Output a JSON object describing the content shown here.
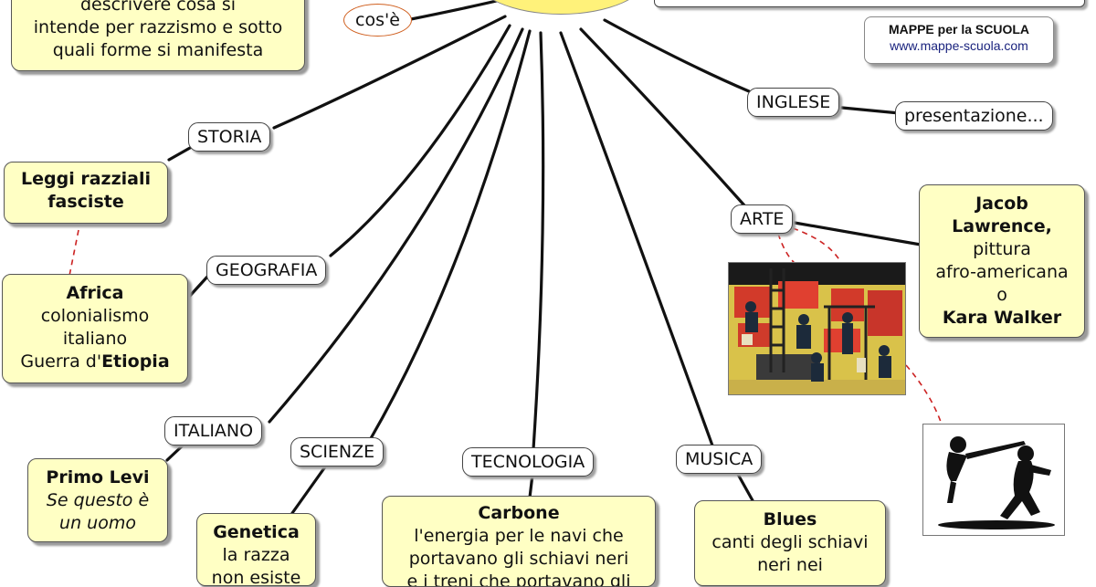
{
  "brand": {
    "title": "MAPPE per la SCUOLA",
    "url": "www.mappe-scuola.com"
  },
  "intro": {
    "lines": [
      "descrivere cosa si",
      "intende per razzismo e sotto",
      "quali forme si manifesta"
    ]
  },
  "links": {
    "cose": "cos'è",
    "storia": "STORIA",
    "geografia": "GEOGRAFIA",
    "italiano": "ITALIANO",
    "scienze": "SCIENZE",
    "tecnologia": "TECNOLOGIA",
    "musica": "MUSICA",
    "arte": "ARTE",
    "inglese": "INGLESE"
  },
  "nodes": {
    "leggi": {
      "line1": "Leggi razziali",
      "line2": "fasciste"
    },
    "africa": {
      "title": "Africa",
      "line1": "colonialismo",
      "line2": "italiano",
      "line3_prefix": "Guerra d'",
      "line3_bold": "Etiopia"
    },
    "levi": {
      "title": "Primo Levi",
      "line1": "Se questo è",
      "line2": "un uomo"
    },
    "genetica": {
      "title": "Genetica",
      "line1": "la razza",
      "line2": "non esiste"
    },
    "carbone": {
      "title": "Carbone",
      "line1": "l'energia per le navi che",
      "line2": "portavano gli schiavi neri",
      "line3": "e i treni che portavano gli"
    },
    "blues": {
      "title": "Blues",
      "line1": "canti degli schiavi",
      "line2": "neri nei"
    },
    "jacob": {
      "line1": "Jacob",
      "line2": "Lawrence,",
      "line3": "pittura",
      "line4": "afro-americana",
      "line5": "o",
      "line6": "Kara Walker"
    },
    "presentazione": "presentazione..."
  },
  "colors": {
    "box_fill": "#ffffc4",
    "sun_fill": "#fff27a",
    "connector": "#111111",
    "dashed": "#cc2222",
    "oval_border": "#d06020"
  }
}
